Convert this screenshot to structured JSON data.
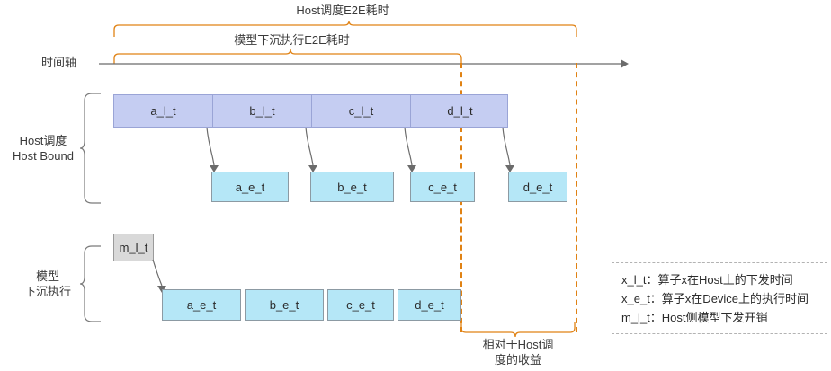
{
  "diagram": {
    "title_top": "Host调度E2E耗时",
    "title_inner": "模型下沉执行E2E耗时",
    "axis_label": "时间轴",
    "gain_label_line1": "相对于Host调",
    "gain_label_line2": "度的收益",
    "accent_color": "#e08214",
    "lavender_color": "#c5cdf2",
    "cyan_color": "#b5e7f7",
    "gray_color": "#d9d9d9"
  },
  "sections": {
    "host": {
      "label_line1": "Host调度",
      "label_line2": "Host Bound"
    },
    "model": {
      "label_line1": "模型",
      "label_line2": "下沉执行"
    }
  },
  "host_dispatch_cells": [
    {
      "label": "a_l_t"
    },
    {
      "label": "b_l_t"
    },
    {
      "label": "c_l_t"
    },
    {
      "label": "d_l_t"
    }
  ],
  "host_exec_boxes": [
    {
      "label": "a_e_t"
    },
    {
      "label": "b_e_t"
    },
    {
      "label": "c_e_t"
    },
    {
      "label": "d_e_t"
    }
  ],
  "model_dispatch_box": {
    "label": "m_l_t"
  },
  "model_exec_boxes": [
    {
      "label": "a_e_t"
    },
    {
      "label": "b_e_t"
    },
    {
      "label": "c_e_t"
    },
    {
      "label": "d_e_t"
    }
  ],
  "legend": {
    "rows": [
      {
        "text": "x_l_t：算子x在Host上的下发时间"
      },
      {
        "text": "x_e_t：算子x在Device上的执行时间"
      },
      {
        "text": "m_l_t：Host侧模型下发开销"
      }
    ]
  }
}
